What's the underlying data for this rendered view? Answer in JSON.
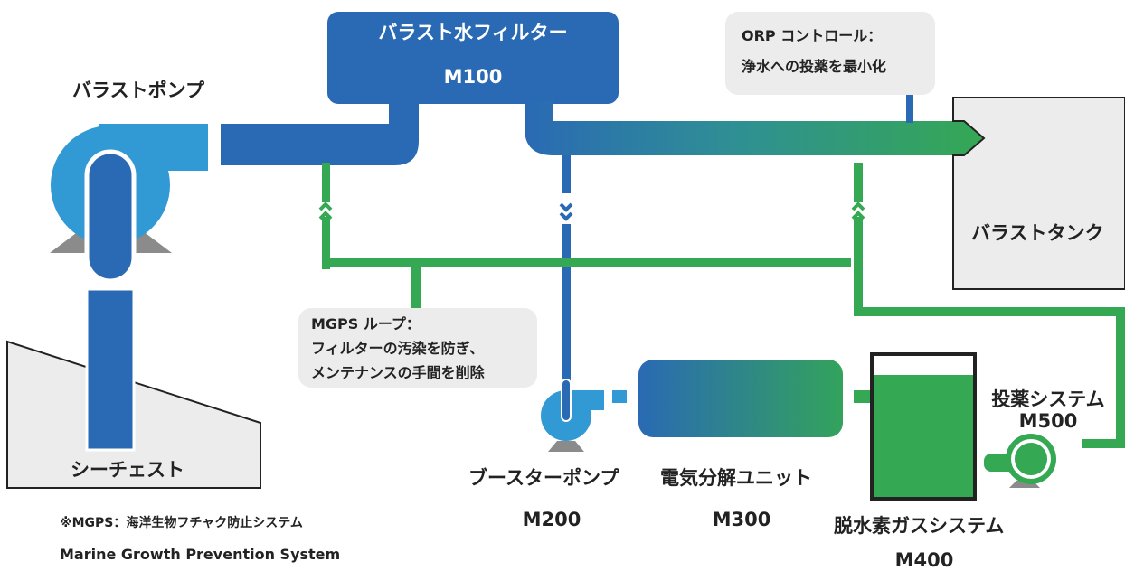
{
  "colors": {
    "blue": "#2a6ab4",
    "light_blue": "#3199d3",
    "green": "#35a853",
    "gray_fill": "#ececec",
    "base_gray": "#8b8b8b",
    "text": "#222222"
  },
  "filter": {
    "name": "バラスト水フィルター",
    "code": "M100"
  },
  "ballast_pump": {
    "label": "バラストポンプ"
  },
  "sea_chest": {
    "label": "シーチェスト"
  },
  "ballast_tank": {
    "label": "バラストタンク"
  },
  "orp_note": {
    "line1": "ORP コントロール：",
    "line2": "浄水への投薬を最小化"
  },
  "mgps_note": {
    "line1": "MGPS ループ：",
    "line2": "フィルターの汚染を防ぎ、",
    "line3": "メンテナンスの手間を削除"
  },
  "booster_pump": {
    "name": "ブースターポンプ",
    "code": "M200"
  },
  "electrolysis": {
    "name": "電気分解ユニット",
    "code": "M300"
  },
  "degas": {
    "name": "脱水素ガスシステム",
    "code": "M400"
  },
  "dosing": {
    "name": "投薬システム",
    "code": "M500"
  },
  "footnote": {
    "line1": "※MGPS：海洋生物フチャク防止システム",
    "line2": "Marine Growth Prevention System"
  }
}
